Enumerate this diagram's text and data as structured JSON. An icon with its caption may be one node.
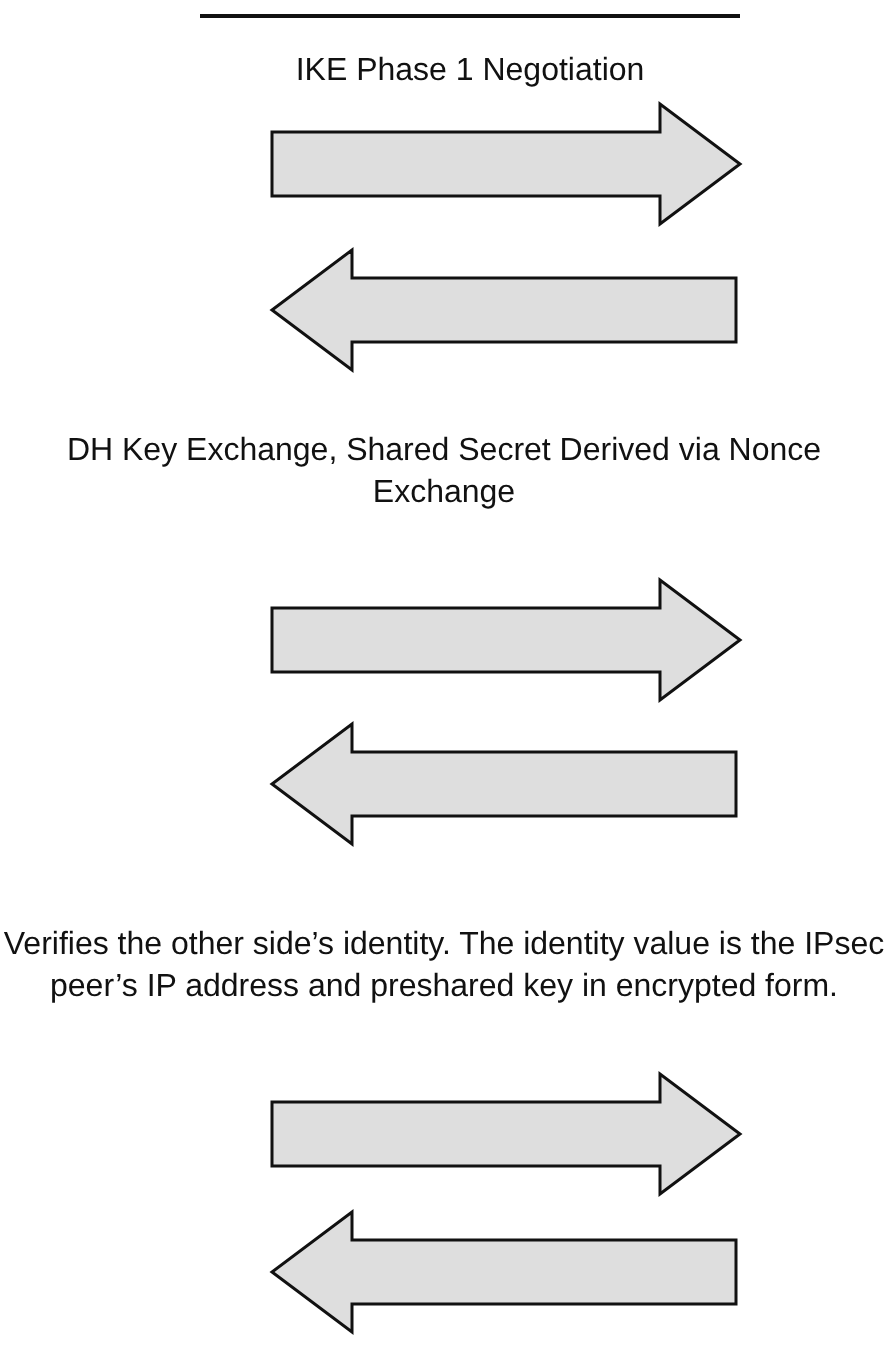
{
  "diagram": {
    "labels": [
      "IKE Phase 1 Negotiation",
      "DH Key Exchange, Shared Secret Derived via Nonce Exchange",
      "Verifies the other side’s identity. The identity value is the IPsec peer’s IP address and preshared key in encrypted form."
    ]
  }
}
